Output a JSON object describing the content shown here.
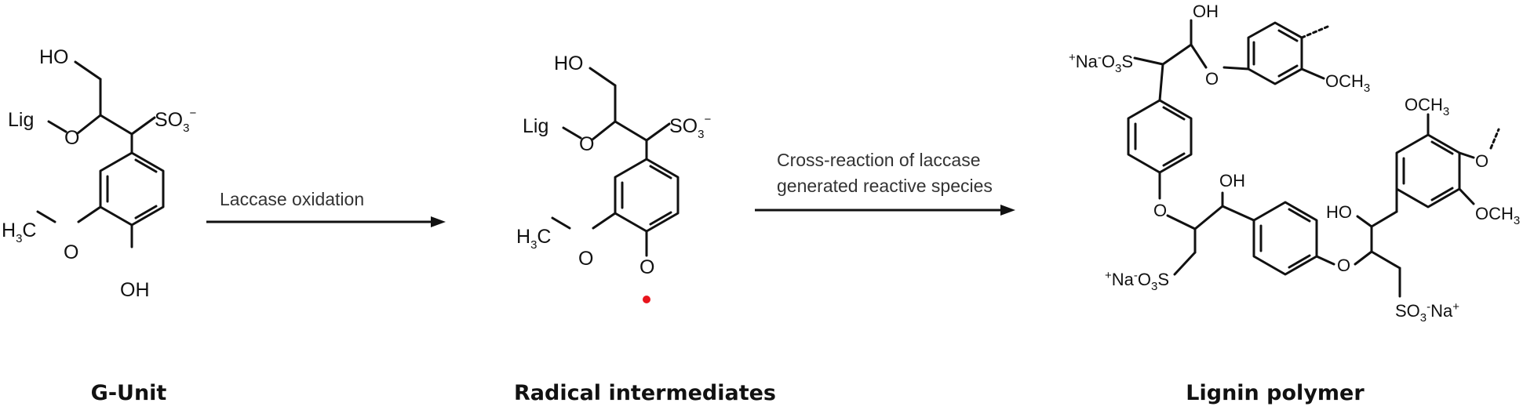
{
  "stages": [
    {
      "caption": "G-Unit"
    },
    {
      "caption": "Radical intermediates"
    },
    {
      "caption": "Lignin polymer"
    }
  ],
  "arrows": [
    {
      "label_lines": [
        "Laccase oxidation"
      ]
    },
    {
      "label_lines": [
        "Cross-reaction of laccase",
        "generated reactive species"
      ]
    }
  ],
  "atoms": {
    "hydroxyl": "HO",
    "hydroxyl_r": "OH",
    "lig": "Lig",
    "oxygen": "O",
    "sulfonate": "SO",
    "sulfonate_sub": "3",
    "sulfonate_charge": "−",
    "methyl": "H",
    "methyl_sub": "3",
    "methyl_c": "C",
    "methoxy": "OCH",
    "methoxy_sub": "3",
    "sodium_sulfonate_left": {
      "plus": "+",
      "na": "Na",
      "minus": "-",
      "o": "O",
      "sub": "3",
      "s": "S"
    },
    "sodium_sulfonate_right": {
      "so": "SO",
      "sub": "3",
      "minus": "-",
      "na": "Na",
      "plus": "+"
    }
  },
  "colors": {
    "bond": "#111111",
    "radical_dot": "#e8141c",
    "label": "#333333"
  }
}
